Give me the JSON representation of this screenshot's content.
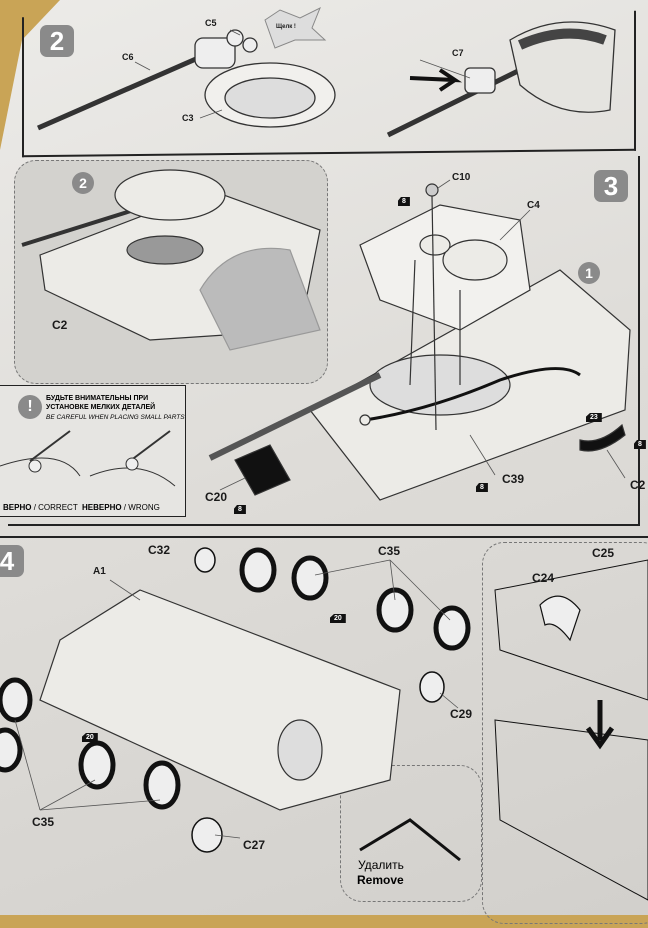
{
  "step2": {
    "number": "2",
    "labels": {
      "c5": "C5",
      "click": "Щелк !",
      "c6": "C6",
      "c3": "C3",
      "c7": "C7"
    }
  },
  "step3": {
    "number": "3",
    "subassembly_ref": "2",
    "hull_ref": "1",
    "labels": {
      "c10": "C10",
      "c4": "C4",
      "c2": "C2",
      "c20": "C20",
      "c39": "C39",
      "c21": "C2"
    },
    "badges": [
      "8",
      "8",
      "8",
      "23",
      "8"
    ]
  },
  "warning": {
    "title_ru": "БУДЬТЕ ВНИМАТЕЛЬНЫ ПРИ УСТАНОВКЕ МЕЛКИХ ДЕТАЛЕЙ",
    "title_en": "BE CAREFUL WHEN PLACING SMALL PARTS",
    "correct_ru": "ВЕРНО",
    "correct_en": "CORRECT",
    "wrong_ru": "НЕВЕРНО",
    "wrong_en": "WRONG",
    "separator": "/"
  },
  "step4": {
    "number": "4",
    "labels": {
      "c32": "C32",
      "c35_top": "C35",
      "a1": "A1",
      "c29": "C29",
      "c27": "C27",
      "c35_bottom": "C35",
      "c25": "C25",
      "c24": "C24"
    },
    "badges": [
      "20",
      "20"
    ],
    "remove_ru": "Удалить",
    "remove_en": "Remove"
  }
}
